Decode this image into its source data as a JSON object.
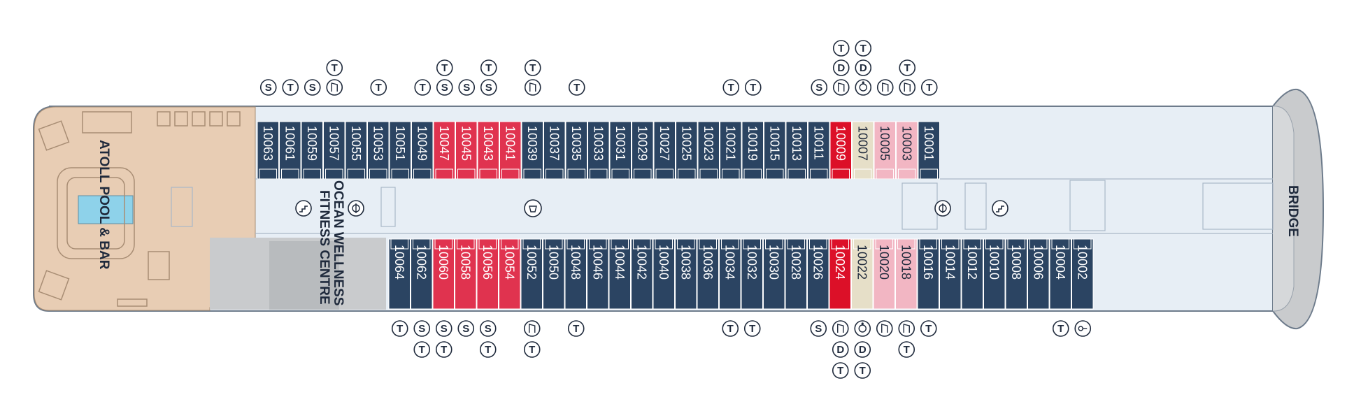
{
  "areas": {
    "pool": "ATOLL POOL & BAR",
    "fitness_line1": "OCEAN WELLNESS",
    "fitness_line2": "FITNESS CENTRE",
    "bridge": "BRIDGE"
  },
  "legend_colors": {
    "standard": "#2b4462",
    "red": "#e0334f",
    "bright_red": "#dc1028",
    "pink": "#f2b6c3",
    "beige": "#e6dfc8",
    "deck": "#e7eef5",
    "pool_area": "#e8cdb4",
    "service": "#c9cbcd"
  },
  "top_cabins": [
    {
      "id": "10063",
      "cat": "standard",
      "sym": [
        "S"
      ]
    },
    {
      "id": "10061",
      "cat": "standard",
      "sym": [
        "T"
      ]
    },
    {
      "id": "10059",
      "cat": "standard",
      "sym": [
        "S"
      ]
    },
    {
      "id": "10057",
      "cat": "standard",
      "sym": [
        "sofa",
        "T"
      ]
    },
    {
      "id": "10055",
      "cat": "standard",
      "sym": []
    },
    {
      "id": "10053",
      "cat": "standard",
      "sym": [
        "T"
      ]
    },
    {
      "id": "10051",
      "cat": "standard",
      "sym": []
    },
    {
      "id": "10049",
      "cat": "standard",
      "sym": [
        "T"
      ]
    },
    {
      "id": "10047",
      "cat": "red",
      "sym": [
        "S",
        "T"
      ]
    },
    {
      "id": "10045",
      "cat": "red",
      "sym": [
        "S"
      ]
    },
    {
      "id": "10043",
      "cat": "red",
      "sym": [
        "S",
        "T"
      ]
    },
    {
      "id": "10041",
      "cat": "red",
      "sym": []
    },
    {
      "id": "10039",
      "cat": "standard",
      "sym": [
        "sofa",
        "T"
      ]
    },
    {
      "id": "10037",
      "cat": "standard",
      "sym": []
    },
    {
      "id": "10035",
      "cat": "standard",
      "sym": [
        "T"
      ]
    },
    {
      "id": "10033",
      "cat": "standard",
      "sym": []
    },
    {
      "id": "10031",
      "cat": "standard",
      "sym": []
    },
    {
      "id": "10029",
      "cat": "standard",
      "sym": []
    },
    {
      "id": "10027",
      "cat": "standard",
      "sym": []
    },
    {
      "id": "10025",
      "cat": "standard",
      "sym": []
    },
    {
      "id": "10023",
      "cat": "standard",
      "sym": []
    },
    {
      "id": "10021",
      "cat": "standard",
      "sym": [
        "T"
      ]
    },
    {
      "id": "10019",
      "cat": "standard",
      "sym": [
        "T"
      ]
    },
    {
      "id": "10015",
      "cat": "standard",
      "sym": []
    },
    {
      "id": "10013",
      "cat": "standard",
      "sym": []
    },
    {
      "id": "10011",
      "cat": "standard",
      "sym": [
        "S"
      ]
    },
    {
      "id": "10009",
      "cat": "bright_red",
      "sym": [
        "sofa",
        "D",
        "T"
      ]
    },
    {
      "id": "10007",
      "cat": "beige",
      "sym": [
        "accessible",
        "D",
        "T"
      ]
    },
    {
      "id": "10005",
      "cat": "pink",
      "sym": [
        "sofa"
      ]
    },
    {
      "id": "10003",
      "cat": "pink",
      "sym": [
        "sofa",
        "T"
      ]
    },
    {
      "id": "10001",
      "cat": "standard",
      "sym": [
        "T"
      ]
    }
  ],
  "bottom_cabins": [
    {
      "id": "10064",
      "cat": "standard",
      "sym": [
        "T"
      ]
    },
    {
      "id": "10062",
      "cat": "standard",
      "sym": [
        "S",
        "T"
      ]
    },
    {
      "id": "10060",
      "cat": "red",
      "sym": [
        "S",
        "T"
      ]
    },
    {
      "id": "10058",
      "cat": "red",
      "sym": [
        "S"
      ]
    },
    {
      "id": "10056",
      "cat": "red",
      "sym": [
        "S",
        "T"
      ]
    },
    {
      "id": "10054",
      "cat": "red",
      "sym": []
    },
    {
      "id": "10052",
      "cat": "standard",
      "sym": [
        "sofa",
        "T"
      ]
    },
    {
      "id": "10050",
      "cat": "standard",
      "sym": []
    },
    {
      "id": "10048",
      "cat": "standard",
      "sym": [
        "T"
      ]
    },
    {
      "id": "10046",
      "cat": "standard",
      "sym": []
    },
    {
      "id": "10044",
      "cat": "standard",
      "sym": []
    },
    {
      "id": "10042",
      "cat": "standard",
      "sym": []
    },
    {
      "id": "10040",
      "cat": "standard",
      "sym": []
    },
    {
      "id": "10038",
      "cat": "standard",
      "sym": []
    },
    {
      "id": "10036",
      "cat": "standard",
      "sym": []
    },
    {
      "id": "10034",
      "cat": "standard",
      "sym": [
        "T"
      ]
    },
    {
      "id": "10032",
      "cat": "standard",
      "sym": [
        "T"
      ]
    },
    {
      "id": "10030",
      "cat": "standard",
      "sym": []
    },
    {
      "id": "10028",
      "cat": "standard",
      "sym": []
    },
    {
      "id": "10026",
      "cat": "standard",
      "sym": [
        "S"
      ]
    },
    {
      "id": "10024",
      "cat": "bright_red",
      "sym": [
        "sofa",
        "D",
        "T"
      ]
    },
    {
      "id": "10022",
      "cat": "beige",
      "sym": [
        "accessible",
        "D",
        "T"
      ]
    },
    {
      "id": "10020",
      "cat": "pink",
      "sym": [
        "sofa"
      ]
    },
    {
      "id": "10018",
      "cat": "pink",
      "sym": [
        "sofa",
        "T"
      ]
    },
    {
      "id": "10016",
      "cat": "standard",
      "sym": [
        "T"
      ]
    },
    {
      "id": "10014",
      "cat": "standard",
      "sym": []
    },
    {
      "id": "10012",
      "cat": "standard",
      "sym": []
    },
    {
      "id": "10010",
      "cat": "standard",
      "sym": []
    },
    {
      "id": "10008",
      "cat": "standard",
      "sym": []
    },
    {
      "id": "10006",
      "cat": "standard",
      "sym": []
    },
    {
      "id": "10004",
      "cat": "standard",
      "sym": [
        "T"
      ]
    },
    {
      "id": "10002",
      "cat": "standard",
      "sym": [
        "key"
      ]
    }
  ],
  "icons": {
    "stairs": "stairs-icon",
    "lift": "lift-icon",
    "shop": "shop-icon"
  }
}
